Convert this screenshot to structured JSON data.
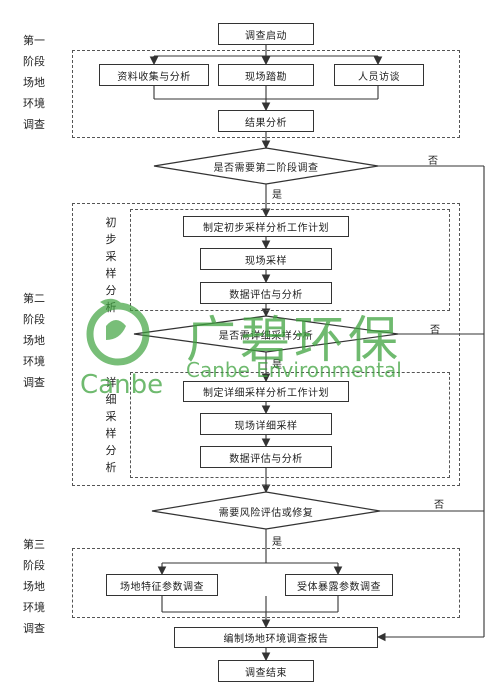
{
  "stage1_label": "第一阶段场地环境调查",
  "stage2_label": "第二阶段场地环境调查",
  "stage3_label": "第三阶段场地环境调查",
  "start": "调查启动",
  "collect": "资料收集与分析",
  "site_visit": "现场踏勘",
  "interview": "人员访谈",
  "result": "结果分析",
  "q_stage2": "是否需要第二阶段调查",
  "prelim_label": "初步采样分析",
  "prelim_plan": "制定初步采样分析工作计划",
  "field_sampling": "现场采样",
  "data_eval1": "数据评估与分析",
  "q_detail": "是否需详细采样分析",
  "detail_label": "详细采样分析",
  "detail_plan": "制定详细采样分析工作计划",
  "detail_sampling": "现场详细采样",
  "data_eval2": "数据评估与分析",
  "q_risk": "需要风险评估或修复",
  "site_params": "场地特征参数调查",
  "receptor_params": "受体暴露参数调查",
  "report": "编制场地环境调查报告",
  "end": "调查结束",
  "yes": "是",
  "no": "否",
  "watermark": {
    "cn": "广碧环保",
    "en": "Canbe Environmental",
    "logo": "Canbe"
  },
  "colors": {
    "line": "#333333",
    "watermark": "#3fa33f"
  }
}
